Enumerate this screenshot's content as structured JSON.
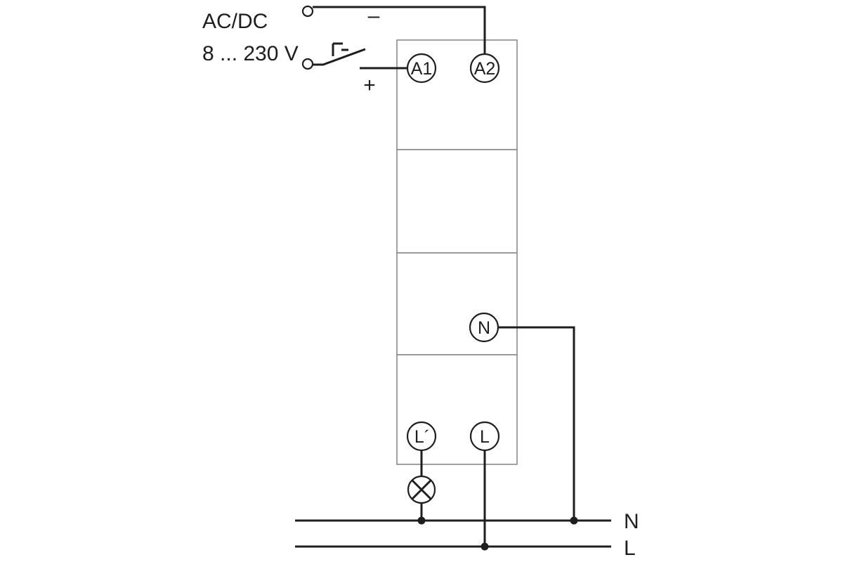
{
  "supply": {
    "type_label": "AC/DC",
    "voltage_label": "8 ... 230 V",
    "minus_sign": "–",
    "plus_sign": "+"
  },
  "terminals": {
    "a1": "A1",
    "a2": "A2",
    "n": "N",
    "l_out": "L´",
    "l_in": "L"
  },
  "buses": {
    "n_label": "N",
    "l_label": "L"
  }
}
